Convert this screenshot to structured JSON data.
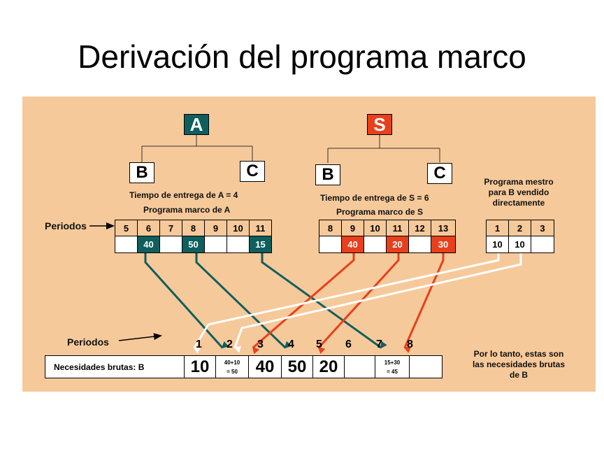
{
  "title": "Derivación del programa marco",
  "tree_a": {
    "parent": "A",
    "left_child": "B",
    "right_child": "C",
    "lead_time": "Tiempo de entrega de  A = 4",
    "schedule_title": "Programa marco  de A"
  },
  "tree_s": {
    "parent": "S",
    "left_child": "B",
    "right_child": "C",
    "lead_time": "Tiempo de entrega de  S = 6",
    "schedule_title": "Programa marco  de S"
  },
  "periods_label_top": "Periodos",
  "periods_label_bottom": "Periodos",
  "schedule_a": {
    "periods": [
      "5",
      "6",
      "7",
      "8",
      "9",
      "10",
      "11"
    ],
    "values": [
      "",
      "40",
      "",
      "50",
      "",
      "",
      "15"
    ]
  },
  "schedule_s": {
    "periods": [
      "8",
      "9",
      "10",
      "11",
      "12",
      "13"
    ],
    "values": [
      "",
      "40",
      "",
      "20",
      "",
      "30"
    ]
  },
  "direct": {
    "title_line1": "Programa mestro",
    "title_line2": "para B vendido",
    "title_line3": "directamente",
    "periods": [
      "1",
      "2",
      "3"
    ],
    "values": [
      "10",
      "10",
      ""
    ]
  },
  "gross": {
    "label": "Necesidades brutas: B",
    "periods": [
      "1",
      "2",
      "3",
      "4",
      "5",
      "6",
      "7",
      "8"
    ],
    "cells": [
      "10",
      "40+10",
      "= 50",
      "40",
      "50",
      "20",
      "15+30",
      "= 45"
    ]
  },
  "conclusion": {
    "line1": "Por lo tanto, estas son",
    "line2": "las necesidades brutas",
    "line3": "de B"
  },
  "colors": {
    "teal": "#0f5f5f",
    "orange": "#e8401c",
    "panel": "#f6c99a"
  }
}
